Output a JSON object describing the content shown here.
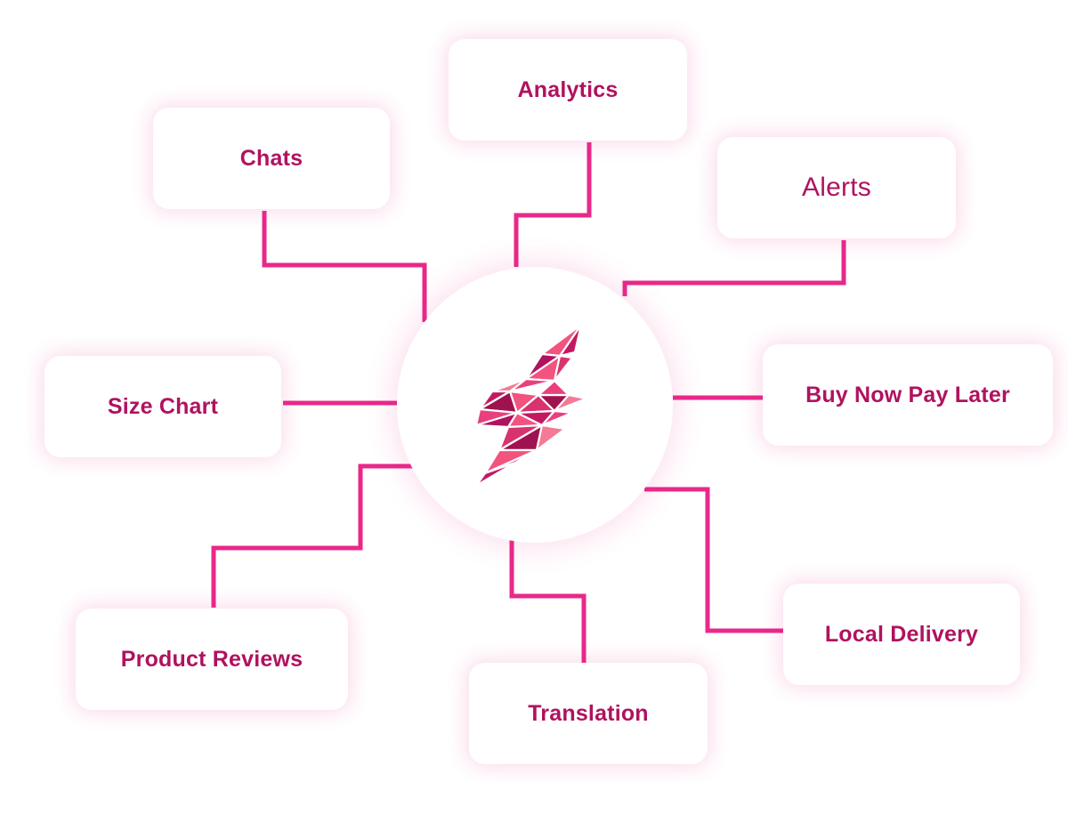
{
  "hub": {
    "logo_icon": "lightning-bolt-logo-icon"
  },
  "features": {
    "chats": "Chats",
    "analytics": "Analytics",
    "alerts": "Alerts",
    "size_chart": "Size Chart",
    "buy_now_pay_later": "Buy Now Pay Later",
    "product_reviews": "Product Reviews",
    "translation": "Translation",
    "local_delivery": "Local Delivery"
  },
  "colors": {
    "connector": "#e9288a",
    "label": "#b0125f",
    "logo_light": "#f2537f",
    "logo_dark": "#a0124f"
  }
}
